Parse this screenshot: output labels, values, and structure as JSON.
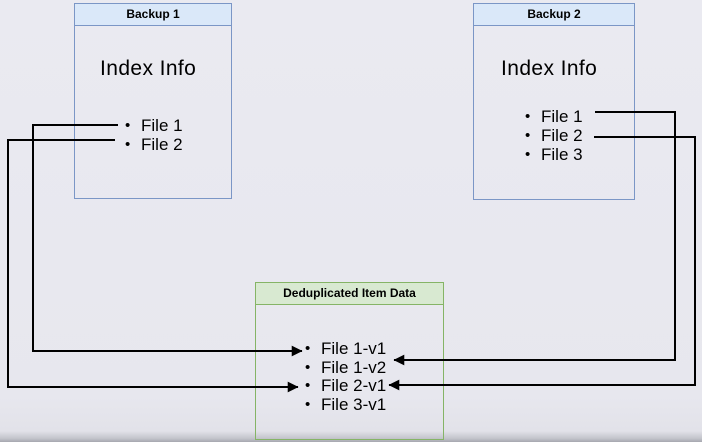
{
  "diagram": {
    "backup1": {
      "title": "Backup 1",
      "subtitle": "Index Info",
      "items": [
        "File 1",
        "File 2"
      ]
    },
    "backup2": {
      "title": "Backup 2",
      "subtitle": "Index Info",
      "items": [
        "File 1",
        "File 2",
        "File 3"
      ]
    },
    "dedup": {
      "title": "Deduplicated Item Data",
      "items": [
        "File 1-v1",
        "File 1-v2",
        "File 2-v1",
        "File 3-v1"
      ]
    },
    "connections": [
      {
        "from": "Backup 1 / File 1",
        "to": "File 1-v1"
      },
      {
        "from": "Backup 1 / File 2",
        "to": "File 2-v1"
      },
      {
        "from": "Backup 2 / File 1",
        "to": "File 1-v2"
      },
      {
        "from": "Backup 2 / File 2",
        "to": "File 2-v1"
      }
    ],
    "bullet_glyph": "•",
    "colors": {
      "canvas_background": "#e8e8ef",
      "blue_box_border": "#7b96c6",
      "blue_header_fill": "#dae8f9",
      "green_box_border": "#85b466",
      "green_header_fill": "#d8e9d1",
      "arrow": "#000000",
      "text": "#000000"
    }
  }
}
